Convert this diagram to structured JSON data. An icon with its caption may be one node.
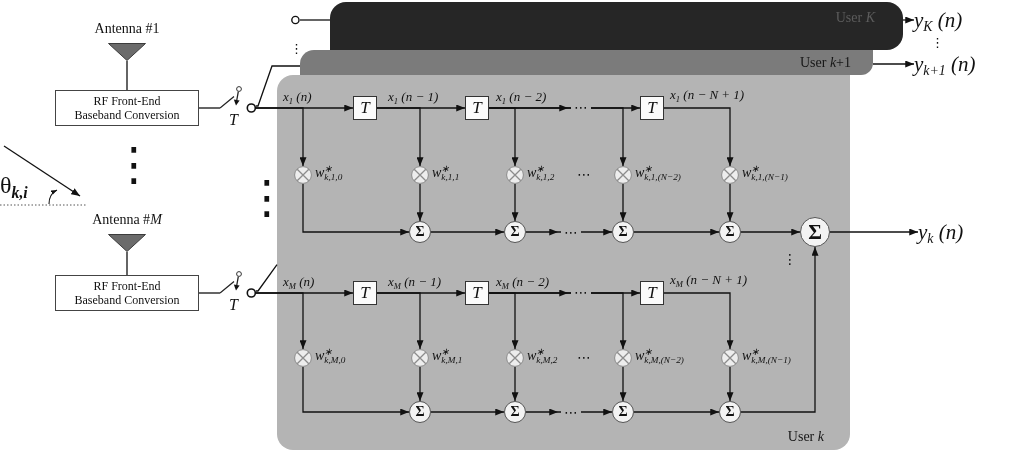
{
  "diagram": {
    "nodes": [
      {
        "text": [
          "Antenna #1"
        ]
      },
      {
        "text": [
          "RF Front-End Baseband Conversion"
        ]
      },
      {
        "text": [
          "Antenna #*M*"
        ]
      },
      {
        "text": [
          "RF Front-End Baseband Conversion"
        ]
      },
      {
        "text": [],
        "shape": "switch",
        "beside": [
          "T"
        ]
      },
      {
        "text": [],
        "shape": "switch",
        "beside": [
          "T"
        ]
      },
      {
        "text": [
          "User *K*"
        ]
      },
      {
        "text": [
          "User *k*+1"
        ]
      },
      {
        "text": [
          "User *k*"
        ]
      },
      {
        "text": [
          "T"
        ],
        "in": 8
      },
      {
        "text": [
          "T"
        ],
        "in": 8
      },
      {
        "text": [
          "T"
        ],
        "in": 8
      },
      {
        "text": [],
        "shape": "circle",
        "beside": [
          "w$^{∗}$$_{k,1,0}$"
        ],
        "in": 8
      },
      {
        "text": [],
        "shape": "circle",
        "beside": [
          "w$^{∗}$$_{k,1,1}$"
        ],
        "in": 8
      },
      {
        "text": [],
        "shape": "circle",
        "beside": [
          "w$^{∗}$$_{k,1,2}$"
        ],
        "in": 8
      },
      {
        "text": [],
        "shape": "circle",
        "beside": [
          "w$^{∗}$$_{k,1,(N−2)}$"
        ],
        "in": 8
      },
      {
        "text": [],
        "shape": "circle",
        "beside": [
          "w$^{∗}$$_{k,1,(N−1)}$"
        ],
        "in": 8
      },
      {
        "text": [
          "Σ"
        ],
        "in": 8
      },
      {
        "text": [
          "Σ"
        ],
        "in": 8
      },
      {
        "text": [
          "Σ"
        ],
        "in": 8
      },
      {
        "text": [
          "Σ"
        ],
        "in": 8
      },
      {
        "text": [
          "Σ"
        ],
        "in": 8
      },
      {
        "text": [
          "T"
        ],
        "in": 8
      },
      {
        "text": [
          "T"
        ],
        "in": 8
      },
      {
        "text": [
          "T"
        ],
        "in": 8
      },
      {
        "text": [],
        "shape": "circle",
        "beside": [
          "w$^{∗}$$_{k,M,0}$"
        ],
        "in": 8
      },
      {
        "text": [],
        "shape": "circle",
        "beside": [
          "w$^{∗}$$_{k,M,1}$"
        ],
        "in": 8
      },
      {
        "text": [],
        "shape": "circle",
        "beside": [
          "w$^{∗}$$_{k,M,2}$"
        ],
        "in": 8
      },
      {
        "text": [],
        "shape": "circle",
        "beside": [
          "w$^{∗}$$_{k,M,(N−2)}$"
        ],
        "in": 8
      },
      {
        "text": [],
        "shape": "circle",
        "beside": [
          "w$^{∗}$$_{k,M,(N−1)}$"
        ],
        "in": 8
      },
      {
        "text": [
          "Σ"
        ],
        "in": 8
      },
      {
        "text": [
          "Σ"
        ],
        "in": 8
      },
      {
        "text": [
          "Σ"
        ],
        "in": 8
      },
      {
        "text": [
          "Σ"
        ],
        "in": 8
      },
      {
        "text": [
          "y$_{K}$ (n)"
        ]
      },
      {
        "text": [
          "y$_{k+1}$ (n)"
        ]
      },
      {
        "text": [
          "y$_{k}$ (n)"
        ]
      }
    ],
    "edges": [
      {
        "from": 0,
        "to": 1,
        "arrow": "none"
      },
      {
        "from": 2,
        "to": 3,
        "arrow": "none"
      },
      {
        "from": 1,
        "to": 4,
        "arrow": "none"
      },
      {
        "from": 3,
        "to": 5,
        "arrow": "none"
      },
      {
        "from": 4,
        "to": 9,
        "arrow": "to",
        "label": "x$_{1}$ (n)"
      },
      {
        "from": 4,
        "to": 12,
        "arrow": "to"
      },
      {
        "from": 4,
        "to": 7,
        "arrow": "none"
      },
      {
        "from": null,
        "to": 6,
        "arrow": "other"
      },
      {
        "from": 9,
        "to": 10,
        "arrow": "to",
        "label": "x$_{1}$ (n − 1)"
      },
      {
        "from": 9,
        "to": 13,
        "arrow": "to"
      },
      {
        "from": 10,
        "to": 11,
        "arrow": "to",
        "label": "x$_{1}$ (n − 2)"
      },
      {
        "from": 10,
        "to": 14,
        "arrow": "to"
      },
      {
        "from": 10,
        "to": 15,
        "arrow": "to"
      },
      {
        "from": 11,
        "to": 16,
        "arrow": "to",
        "label": "x$_{1}$ (n − N + 1)"
      },
      {
        "from": 12,
        "to": 17,
        "arrow": "to"
      },
      {
        "from": 13,
        "to": 17,
        "arrow": "to"
      },
      {
        "from": 17,
        "to": 18,
        "arrow": "to"
      },
      {
        "from": 14,
        "to": 18,
        "arrow": "to"
      },
      {
        "from": 18,
        "to": 19,
        "arrow": "to"
      },
      {
        "from": 15,
        "to": 19,
        "arrow": "to"
      },
      {
        "from": 19,
        "to": 20,
        "arrow": "to"
      },
      {
        "from": 16,
        "to": 20,
        "arrow": "to"
      },
      {
        "from": 20,
        "to": 21,
        "arrow": "to"
      },
      {
        "from": 5,
        "to": 22,
        "arrow": "to",
        "label": "x$_{M}$ (n)"
      },
      {
        "from": 5,
        "to": 25,
        "arrow": "to"
      },
      {
        "from": 5,
        "to": 8,
        "arrow": "none"
      },
      {
        "from": 22,
        "to": 23,
        "arrow": "to",
        "label": "x$_{M}$ (n − 1)"
      },
      {
        "from": 22,
        "to": 26,
        "arrow": "to"
      },
      {
        "from": 23,
        "to": 24,
        "arrow": "to",
        "label": "x$_{M}$ (n − 2)"
      },
      {
        "from": 23,
        "to": 27,
        "arrow": "to"
      },
      {
        "from": 23,
        "to": 28,
        "arrow": "to"
      },
      {
        "from": 24,
        "to": 29,
        "arrow": "to",
        "label": "x$_{M}$ (n − N + 1)"
      },
      {
        "from": 25,
        "to": 30,
        "arrow": "to"
      },
      {
        "from": 26,
        "to": 30,
        "arrow": "to"
      },
      {
        "from": 30,
        "to": 31,
        "arrow": "to"
      },
      {
        "from": 27,
        "to": 31,
        "arrow": "to"
      },
      {
        "from": 31,
        "to": 32,
        "arrow": "to"
      },
      {
        "from": 28,
        "to": 32,
        "arrow": "to"
      },
      {
        "from": 32,
        "to": 33,
        "arrow": "to"
      },
      {
        "from": 29,
        "to": 33,
        "arrow": "to"
      },
      {
        "from": 33,
        "to": 21,
        "arrow": "to"
      },
      {
        "from": 21,
        "to": 36,
        "arrow": "to"
      },
      {
        "from": 6,
        "to": 34,
        "arrow": "to"
      },
      {
        "from": 7,
        "to": 35,
        "arrow": "to"
      }
    ],
    "labels": [
      "⋮",
      "⋯",
      "⋮",
      "⋮",
      "θ$_{k,i}$",
      "⋯",
      "⋮",
      "⋯",
      "⋮",
      "⋯",
      "⋯",
      "⋯"
    ]
  }
}
